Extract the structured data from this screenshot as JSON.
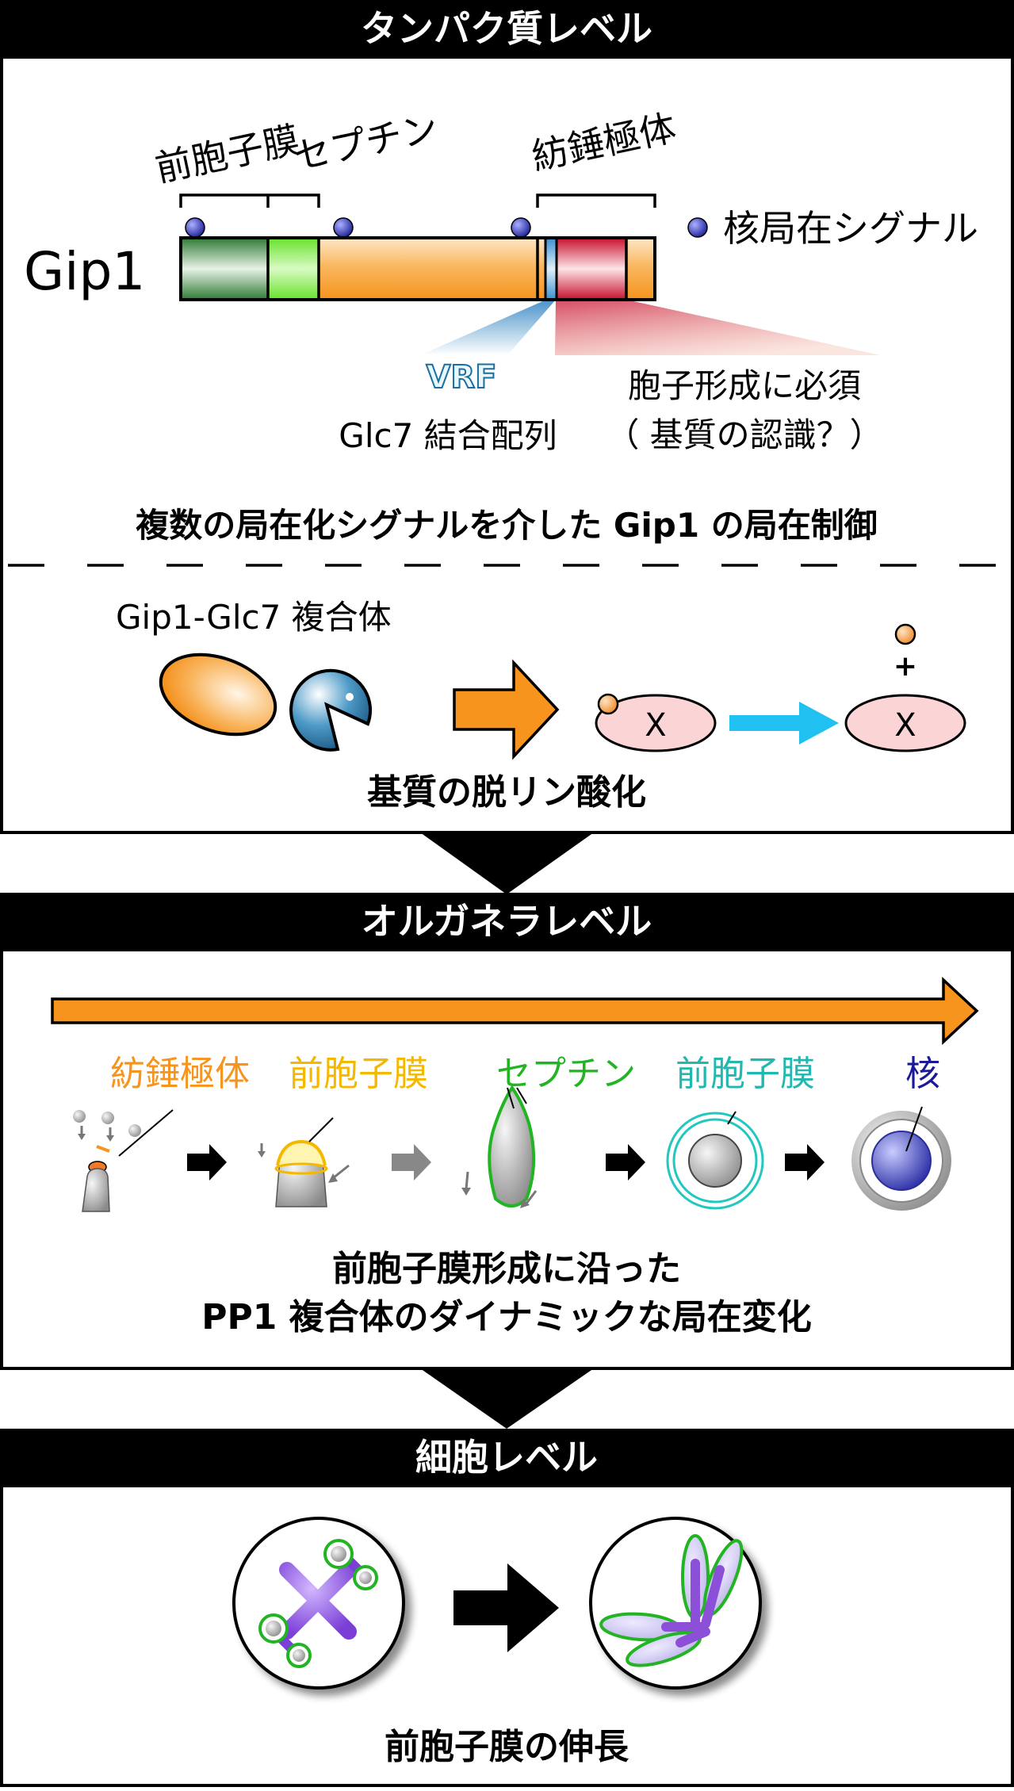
{
  "sections": {
    "protein": {
      "header": "タンパク質レベル",
      "protein_name": "Gip1",
      "domain_labels": {
        "prospore_membrane": "前胞子膜",
        "septin": "セプチン",
        "spindle_pole_body": "紡錘極体"
      },
      "nls_legend": "核局在シグナル",
      "vrf_motif": "VRF",
      "glc7_binding": "Glc7 結合配列",
      "sporulation_required": "胞子形成に必須",
      "substrate_recognition": "（ 基質の認識？）",
      "summary": "複数の局在化シグナルを介した Gip1 の局在制御",
      "complex_label": "Gip1-Glc7 複合体",
      "substrate_x": "X",
      "plus": "+",
      "dephospho_caption": "基質の脱リン酸化"
    },
    "organelle": {
      "header": "オルガネラレベル",
      "stages": [
        "紡錘極体",
        "前胞子膜",
        "セプチン",
        "前胞子膜",
        "核"
      ],
      "caption_line1": "前胞子膜形成に沿った",
      "caption_line2": "PP1 複合体のダイナミックな局在変化"
    },
    "cell": {
      "header": "細胞レベル",
      "caption": "前胞子膜の伸長"
    }
  },
  "colors": {
    "header_bg": "#000000",
    "header_text": "#ffffff",
    "orange": "#f7941d",
    "green_dark": "#2e7d32",
    "green_light": "#7ee845",
    "red": "#c8102e",
    "blue_motif": "#2a8fc4",
    "nls_blue": "#2b2fa8",
    "cyan_arrow": "#20c0f0",
    "spb_text": "#f7941d",
    "pm_text": "#f5b800",
    "septin_text": "#22b422",
    "pm2_text": "#22b8b0",
    "nucleus_text": "#1a1a99",
    "purple": "#8b4fd8"
  }
}
